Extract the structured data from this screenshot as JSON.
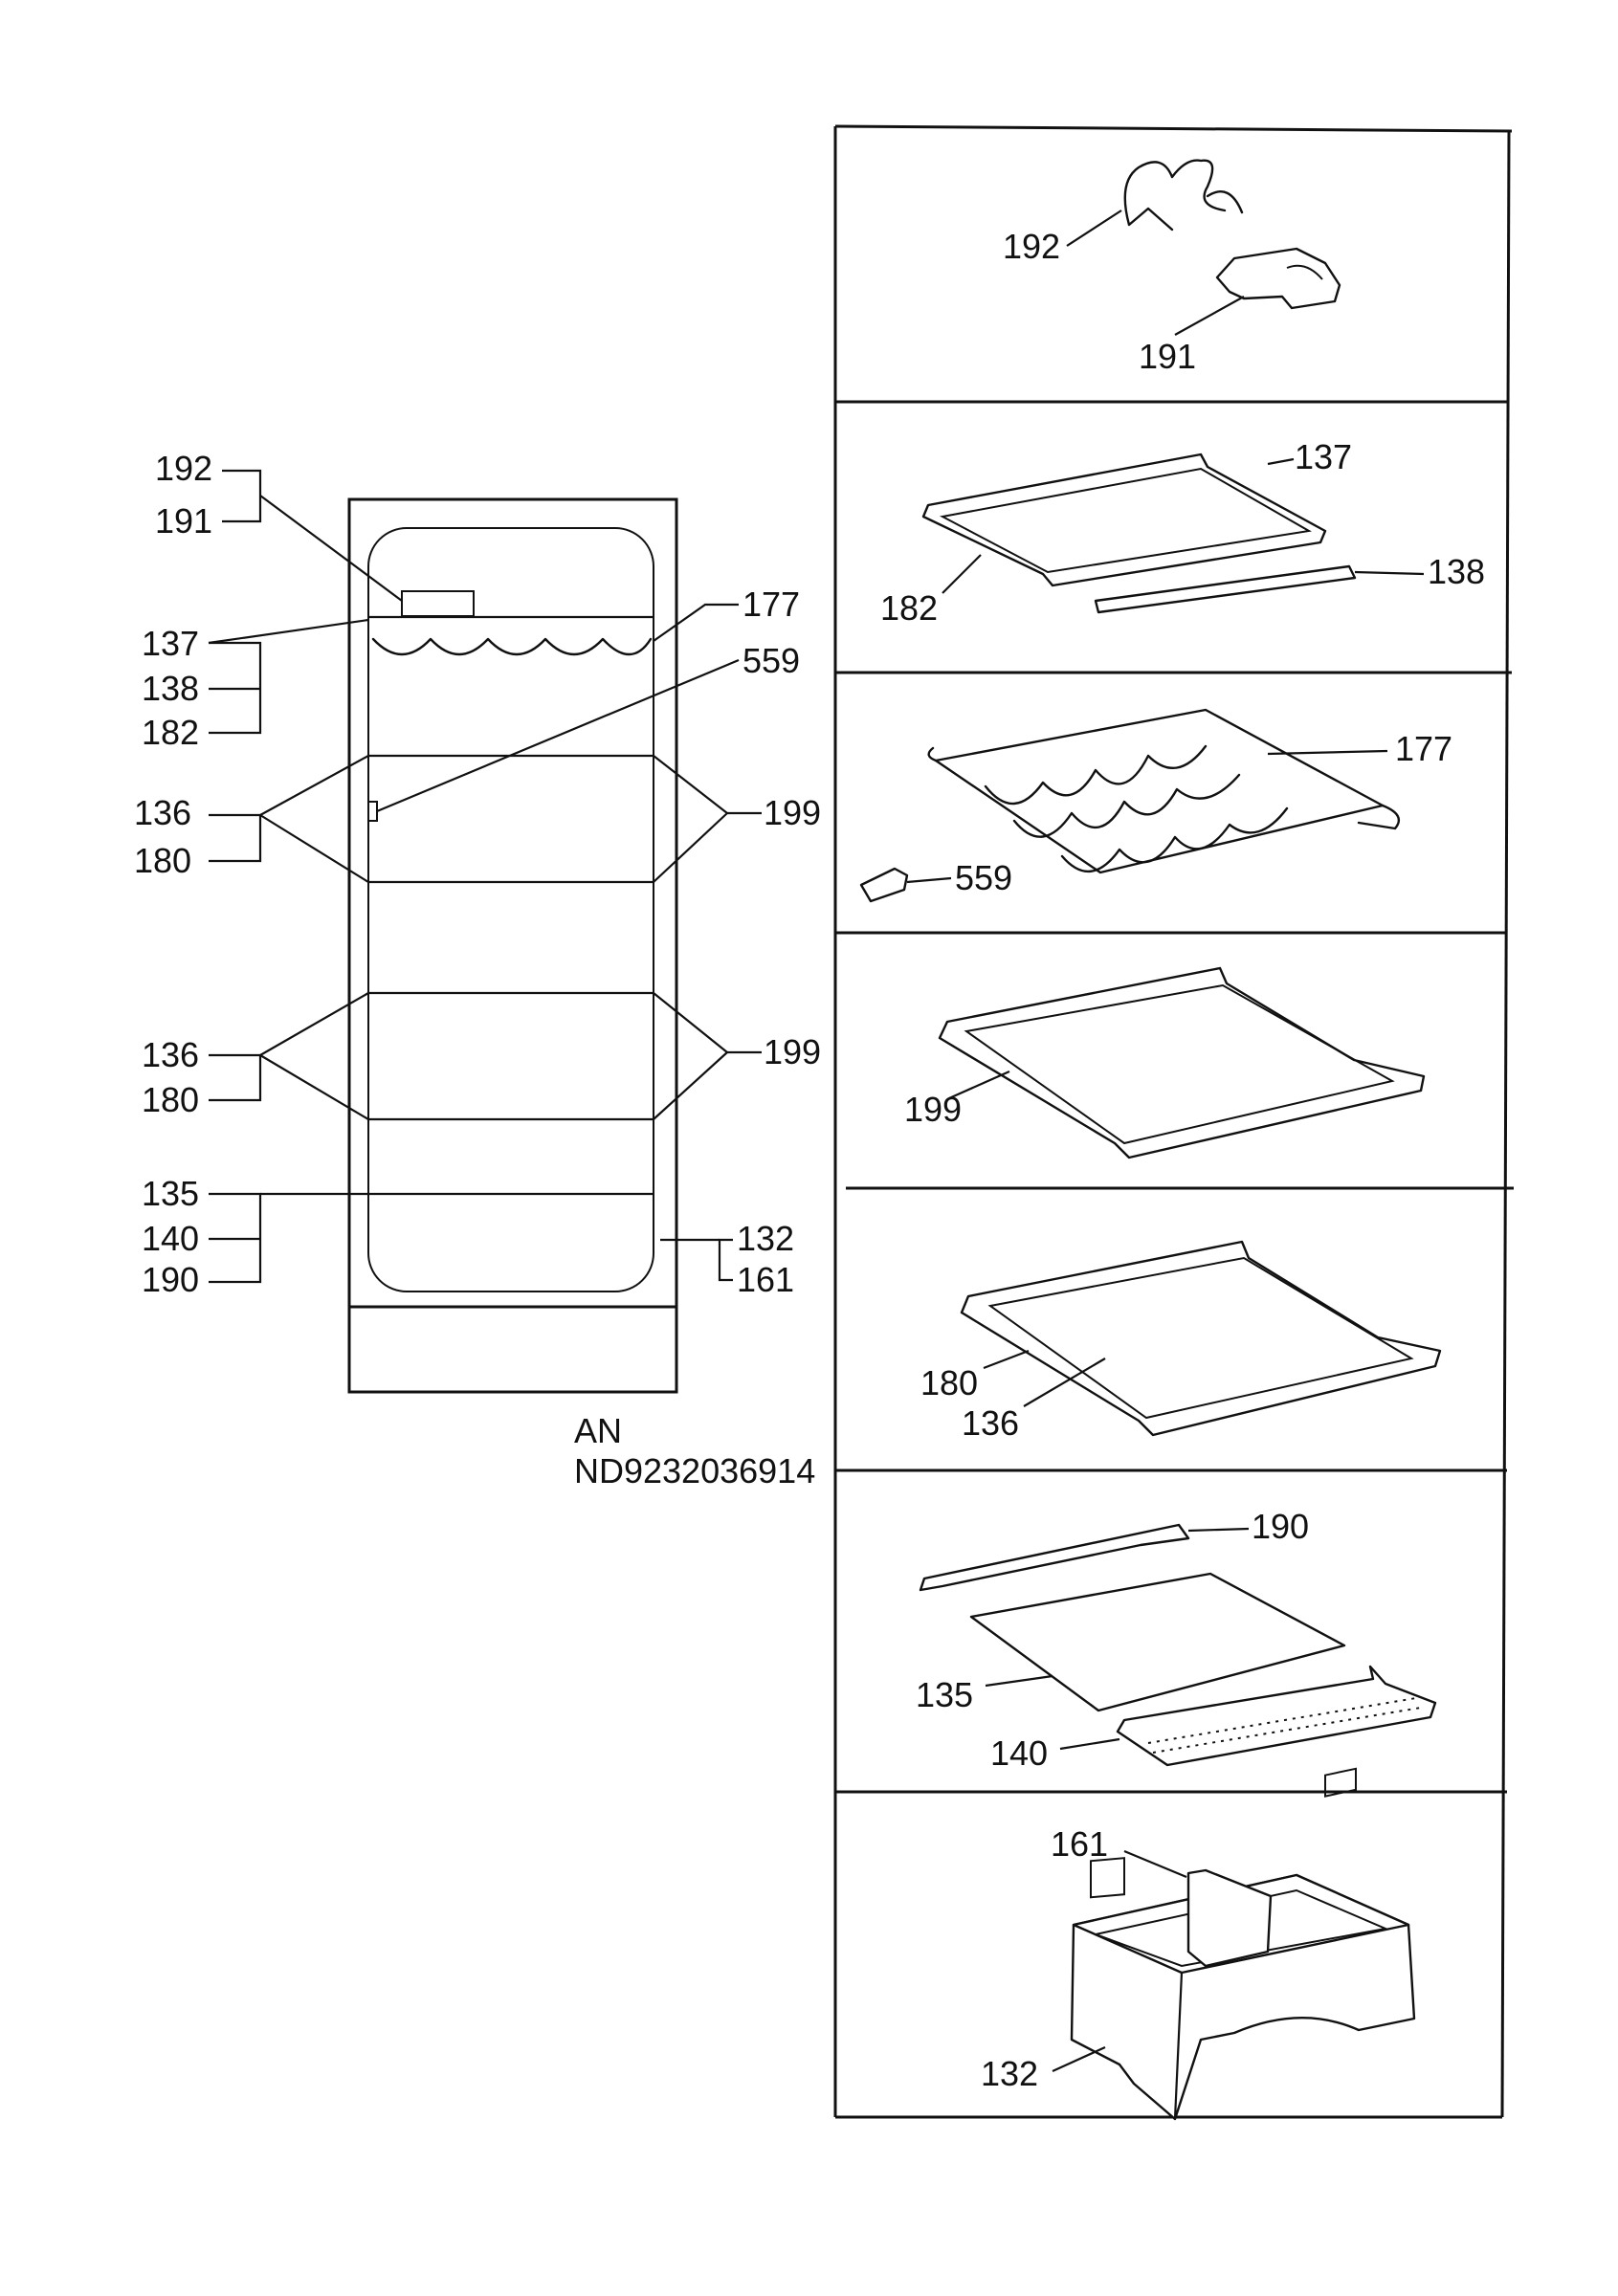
{
  "left_labels": {
    "l192": "192",
    "l191": "191",
    "l137": "137",
    "l138": "138",
    "l182": "182",
    "l136a": "136",
    "l180a": "180",
    "l136b": "136",
    "l180b": "180",
    "l135": "135",
    "l140": "140",
    "l190": "190",
    "l177": "177",
    "l559": "559",
    "l199a": "199",
    "l199b": "199",
    "l132": "132",
    "l161": "161"
  },
  "caption": {
    "line1": "AN",
    "line2": "ND9232036914"
  },
  "panels": [
    {
      "labels": [
        "192",
        "191"
      ]
    },
    {
      "labels": [
        "137",
        "182",
        "138"
      ]
    },
    {
      "labels": [
        "177",
        "559"
      ]
    },
    {
      "labels": [
        "199"
      ]
    },
    {
      "labels": [
        "180",
        "136"
      ]
    },
    {
      "labels": [
        "190",
        "135",
        "140"
      ]
    },
    {
      "labels": [
        "161",
        "132"
      ]
    }
  ]
}
